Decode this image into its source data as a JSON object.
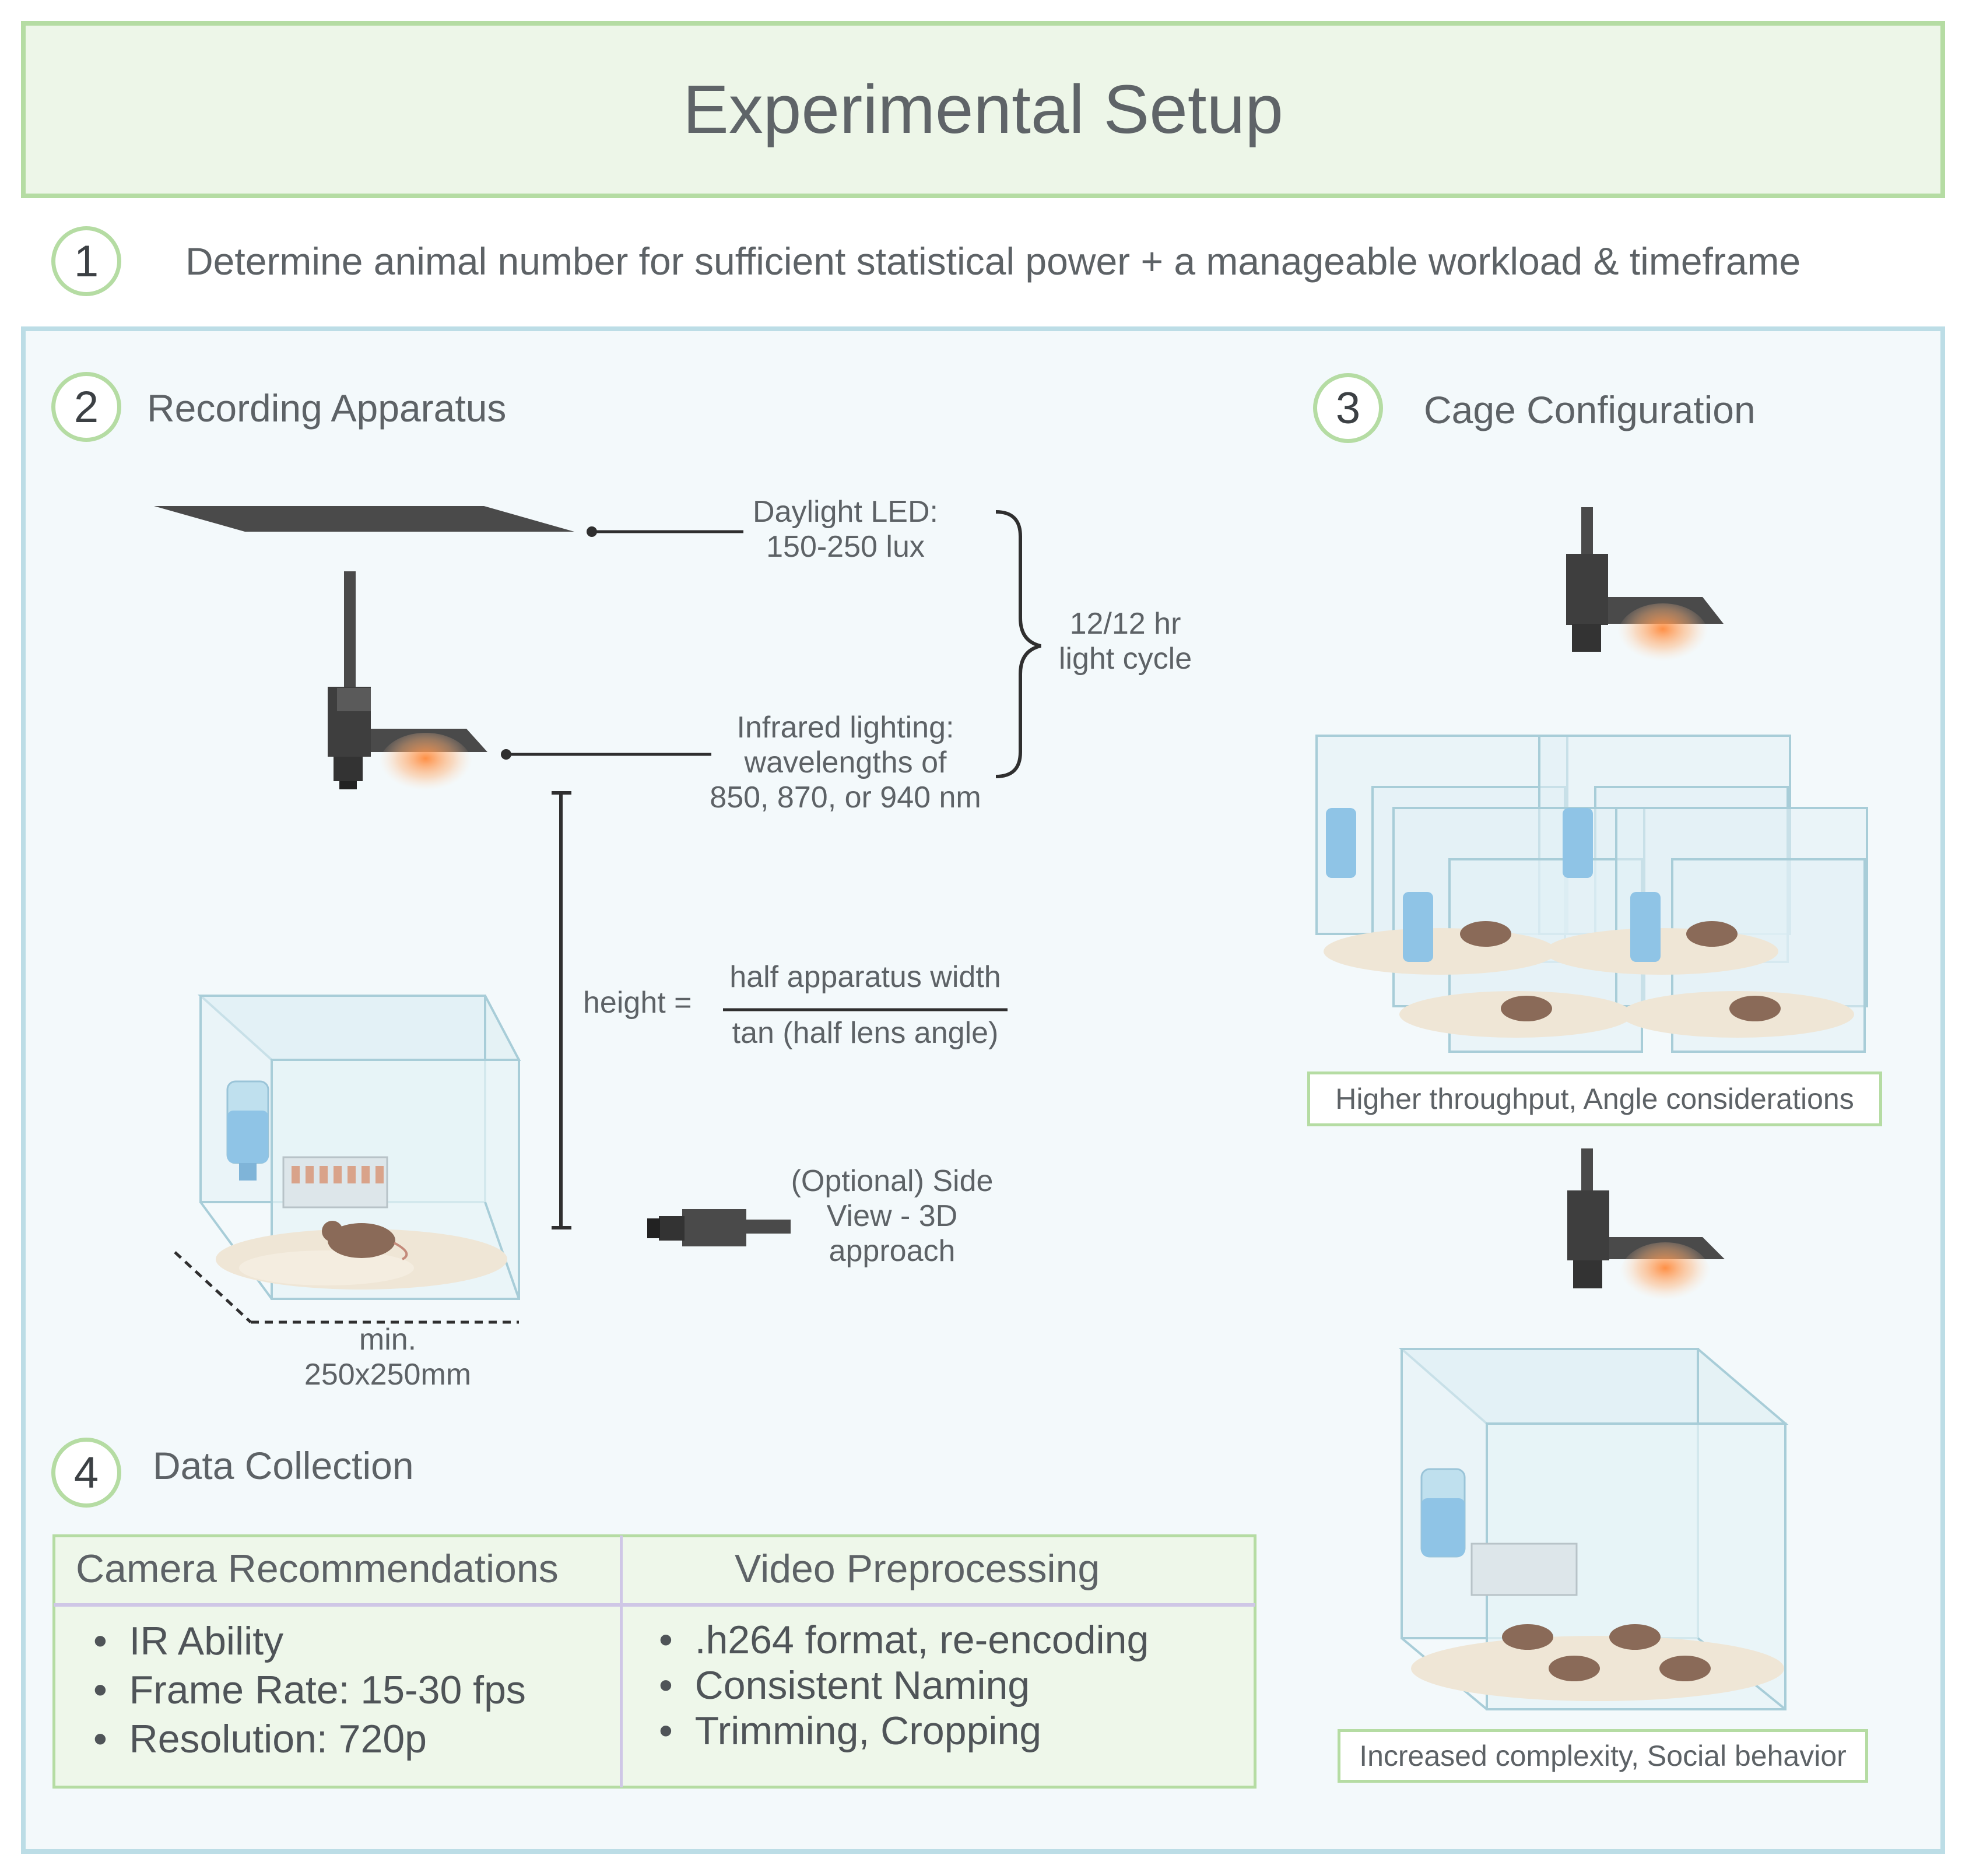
{
  "title": "Experimental Setup",
  "steps": {
    "s1": {
      "num": "1",
      "text": "Determine animal number for sufficient statistical power + a manageable workload & timeframe"
    },
    "s2": {
      "num": "2",
      "text": "Recording Apparatus"
    },
    "s3": {
      "num": "3",
      "text": "Cage Configuration"
    },
    "s4": {
      "num": "4",
      "text": "Data Collection"
    }
  },
  "apparatus": {
    "daylight_line1": "Daylight LED:",
    "daylight_line2": "150-250 lux",
    "cycle_line1": "12/12 hr",
    "cycle_line2": "light cycle",
    "ir_line1": "Infrared lighting:",
    "ir_line2": "wavelengths of",
    "ir_line3": "850, 870, or 940 nm",
    "height_label": "height =",
    "formula_numerator": "half apparatus width",
    "formula_denominator": "tan (half lens angle)",
    "side_line1": "(Optional) Side",
    "side_line2": "View - 3D",
    "side_line3": "approach",
    "cage_min_line1": "min.",
    "cage_min_line2": "250x250mm"
  },
  "cage_config": {
    "option1_caption": "Higher throughput, Angle considerations",
    "option2_caption": "Increased complexity, Social behavior"
  },
  "data_collection": {
    "camera_header": "Camera Recommendations",
    "video_header": "Video Preprocessing",
    "camera_items": [
      "IR Ability",
      "Frame Rate: 15-30 fps",
      "Resolution: 720p"
    ],
    "video_items": [
      ".h264 format, re-encoding",
      "Consistent Naming",
      "Trimming, Cropping"
    ]
  },
  "colors": {
    "green_border": "#b5dca3",
    "blue_border": "#bcdde6",
    "device_gray": "#4a4a4a",
    "ir_glow": "#ff9a4d"
  }
}
